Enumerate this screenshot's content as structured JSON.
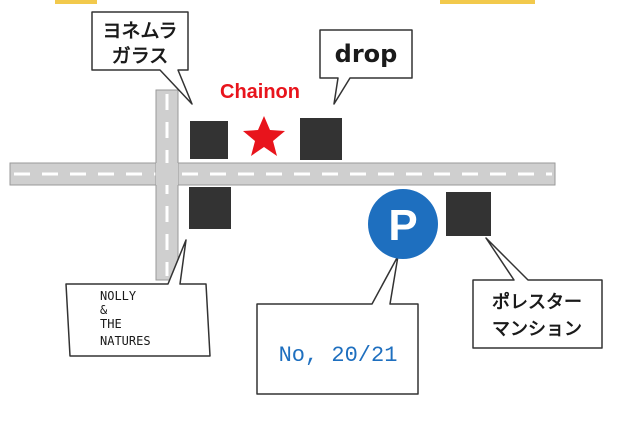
{
  "map": {
    "shop_name": "Chainon",
    "shop_color": "#e8141c",
    "parking_color": "#1e6fbf",
    "parking_symbol": "P",
    "labels": {
      "yonemura_line1": "ヨネムラ",
      "yonemura_line2": "ガラス",
      "drop": "drop",
      "nolly_line1": "NOLLY",
      "nolly_line2": "&",
      "nolly_line3": "THE",
      "nolly_line4": "NATURES",
      "parking_number": "No, 20/21",
      "polestar_line1": "ポレスター",
      "polestar_line2": "マンション"
    }
  }
}
